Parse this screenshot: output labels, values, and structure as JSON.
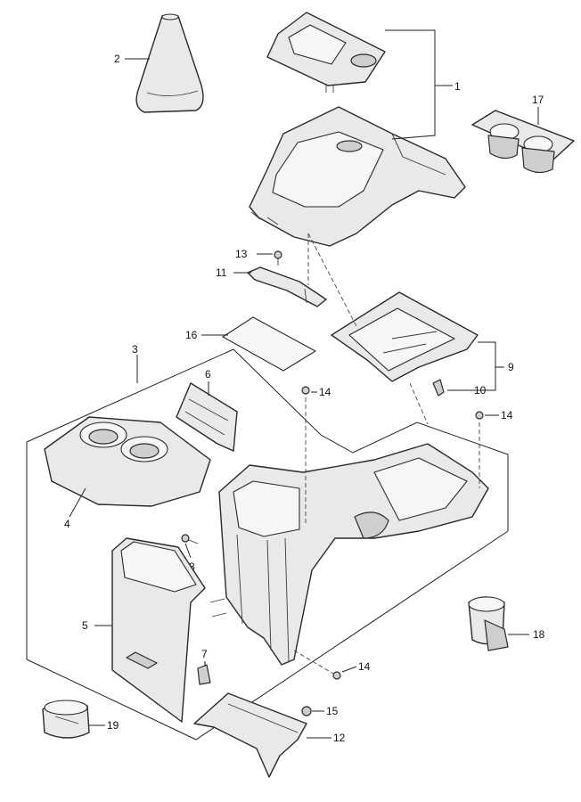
{
  "callouts": {
    "c1": "1",
    "c2": "2",
    "c3": "3",
    "c4": "4",
    "c5": "5",
    "c6": "6",
    "c7": "7",
    "c8": "8",
    "c9": "9",
    "c10": "10",
    "c11": "11",
    "c12": "12",
    "c13": "13",
    "c14a": "14",
    "c14b": "14",
    "c14c": "14",
    "c15": "15",
    "c16": "16",
    "c17": "17",
    "c18": "18",
    "c19": "19"
  }
}
